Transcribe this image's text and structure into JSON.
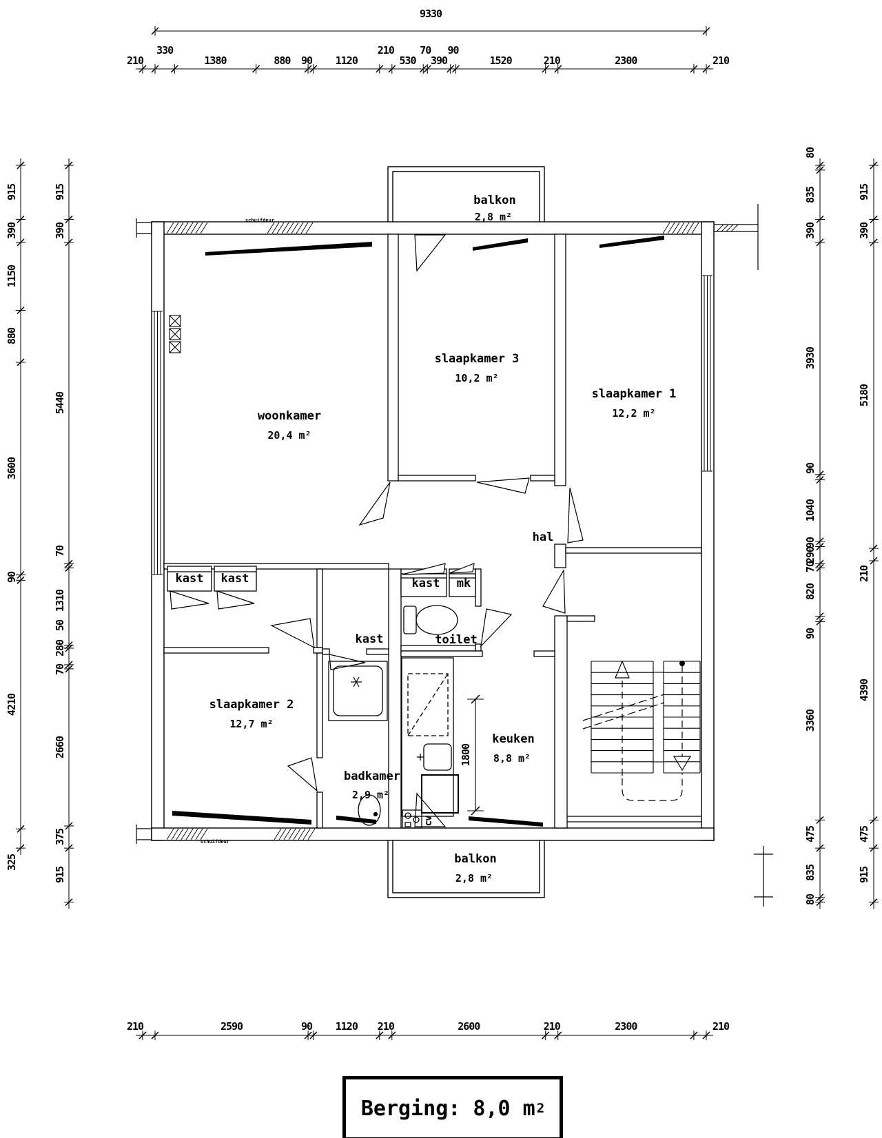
{
  "drawing": {
    "dimensions": {
      "top_total": "9330",
      "top_row": [
        "210",
        "330",
        "1380",
        "880",
        "90",
        "1120",
        "210",
        "530",
        "70",
        "390",
        "90",
        "1520",
        "210",
        "2300",
        "210"
      ],
      "bottom_row": [
        "210",
        "2590",
        "90",
        "1120",
        "210",
        "2600",
        "210",
        "2300",
        "210"
      ],
      "left_outer": [
        "915",
        "390",
        "1150",
        "880",
        "3600",
        "90",
        "4210",
        "325"
      ],
      "left_inner": [
        "915",
        "390",
        "5440",
        "70",
        "1310",
        "50",
        "280",
        "70",
        "2660",
        "375",
        "915"
      ],
      "right_inner": [
        "80",
        "835",
        "390",
        "3930",
        "90",
        "1040",
        "90",
        "290",
        "70",
        "820",
        "90",
        "3360",
        "475",
        "835",
        "80"
      ],
      "right_outer": [
        "915",
        "390",
        "5180",
        "210",
        "4390",
        "475",
        "915"
      ],
      "keuken_counter": "1800"
    },
    "rooms": [
      {
        "name": "balkon",
        "area": "2,8 m²"
      },
      {
        "name": "woonkamer",
        "area": "20,4 m²"
      },
      {
        "name": "slaapkamer 3",
        "area": "10,2 m²"
      },
      {
        "name": "slaapkamer 1",
        "area": "12,2 m²"
      },
      {
        "name": "hal"
      },
      {
        "name": "kast"
      },
      {
        "name": "kast"
      },
      {
        "name": "kast"
      },
      {
        "name": "mk"
      },
      {
        "name": "kast"
      },
      {
        "name": "toilet"
      },
      {
        "name": "slaapkamer 2",
        "area": "12,7 m²"
      },
      {
        "name": "badkamer",
        "area": "2,9 m²"
      },
      {
        "name": "keuken",
        "area": "8,8 m²"
      },
      {
        "name": "balkon",
        "area": "2,8 m²"
      }
    ],
    "annotations": {
      "schuifdeur_top": "schuifdeur",
      "schuifdeur_bottom": "schuifdeur",
      "cv": "cv"
    },
    "berging": {
      "label": "Berging: 8,0 m",
      "sup": "2"
    }
  }
}
